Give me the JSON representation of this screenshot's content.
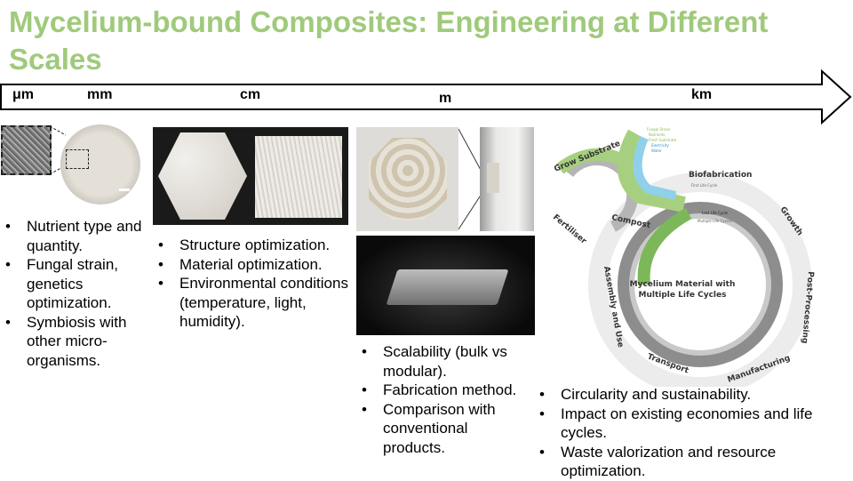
{
  "title": "Mycelium-bound Composites: Engineering at Different Scales",
  "scales": [
    "μm",
    "mm",
    "cm",
    "m",
    "km"
  ],
  "columns": [
    {
      "bullets": [
        "Nutrient type and quantity.",
        "Fungal strain, genetics optimization.",
        "Symbiosis with other micro-organisms."
      ]
    },
    {
      "bullets": [
        "Structure optimization.",
        "Material optimization.",
        "Environmental conditions (temperature, light, humidity)."
      ]
    },
    {
      "bullets": [
        "Scalability (bulk vs modular).",
        "Fabrication method.",
        "Comparison with conventional products."
      ]
    },
    {
      "bullets": [
        "Circularity and sustainability.",
        "Impact on existing economies and life cycles.",
        "Waste valorization and resource optimization."
      ]
    }
  ],
  "diagram": {
    "center": [
      "Mycelium Material with",
      "Multiple Life Cycles"
    ],
    "stages": [
      "Biofabrication",
      "Growth",
      "Post-Processing",
      "Manufacturing",
      "Transport",
      "Assembly and Use",
      "Compost",
      "Fertiliser",
      "Grow Substrate"
    ],
    "inputs": [
      "Fungal Strain",
      "Nutrients",
      "Fresh Substrate",
      "Electricity",
      "Water"
    ],
    "ring_labels": [
      "First Life Cycle",
      "Last Life Cycle",
      "Multiple Life Cycles"
    ]
  },
  "colors": {
    "title": "#9fca7b",
    "green": "#a6d07f",
    "blue": "#8fd0ea"
  }
}
